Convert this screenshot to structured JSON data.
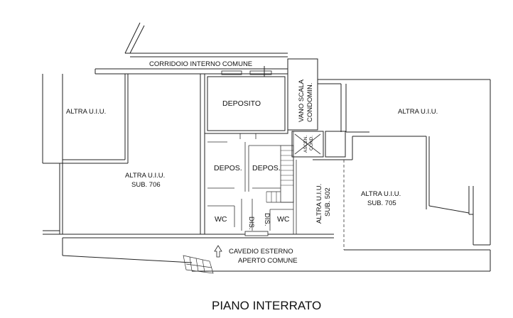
{
  "labels": {
    "corridoio": "CORRIDOIO INTERNO COMUNE",
    "vano_scala_1": "VANO SCALA",
    "vano_scala_2": "CONDOMIN.",
    "deposito": "DEPOSITO",
    "altra_left": "ALTRA U.I.U.",
    "altra_right": "ALTRA U.I.U.",
    "altra_706_1": "ALTRA U.I.U.",
    "altra_706_2": "SUB. 706",
    "depos_1": "DEPOS.",
    "depos_2": "DEPOS.",
    "asc_1": "ASCEN.",
    "asc_2": "COND.",
    "altra_502_1": "ALTRA U.I.U.",
    "altra_502_2": "SUB. 502",
    "altra_705_1": "ALTRA U.I.U.",
    "altra_705_2": "SUB. 705",
    "wc_1": "WC",
    "wc_2": "WC",
    "dis_1": "DIS.",
    "dis_2": "DIS.",
    "cavedio_1": "CAVEDIO ESTERNO",
    "cavedio_2": "APERTO COMUNE",
    "piano": "PIANO INTERRATO"
  }
}
